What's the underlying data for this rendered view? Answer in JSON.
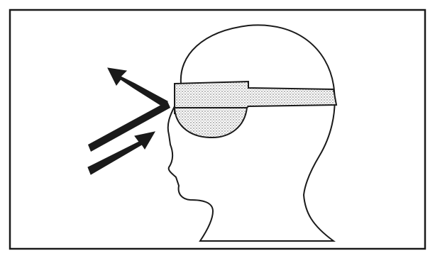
{
  "figure": {
    "subject": "head-profile-with-goggles",
    "elements": [
      {
        "name": "outer-frame"
      },
      {
        "name": "head-outline"
      },
      {
        "name": "goggle-strap"
      },
      {
        "name": "goggle-lens"
      },
      {
        "name": "reflected-arrow"
      },
      {
        "name": "incoming-arrow"
      }
    ],
    "colors": {
      "line": "#1a1a1a",
      "background": "#ffffff",
      "stipple_fill": "#bdbdbd"
    }
  }
}
